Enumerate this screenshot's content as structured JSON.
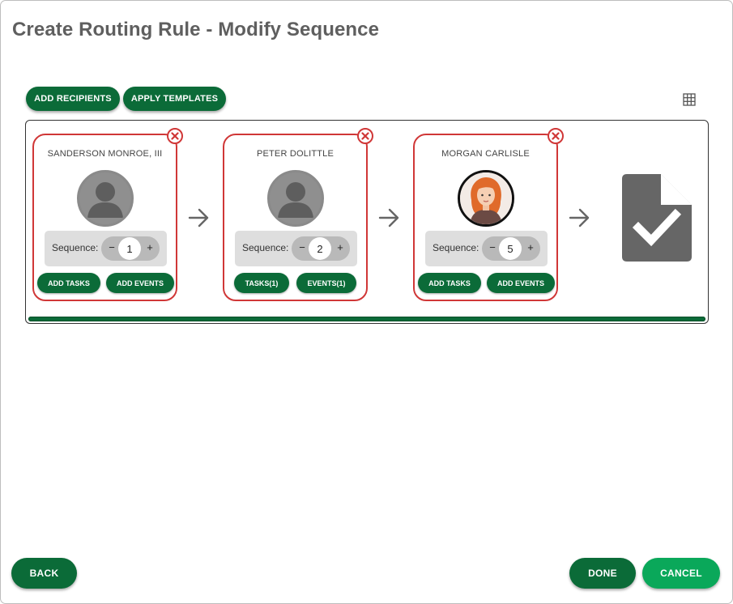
{
  "dialog": {
    "title": "Create Routing Rule - Modify Sequence"
  },
  "toolbar": {
    "add_recipients_label": "ADD RECIPIENTS",
    "apply_templates_label": "APPLY TEMPLATES",
    "grid_icon": "grid-view-icon"
  },
  "recipients": [
    {
      "name": "SANDERSON MONROE, III",
      "sequence_label": "Sequence:",
      "sequence": "1",
      "tasks_label": "ADD TASKS",
      "events_label": "ADD EVENTS",
      "avatar": "default-avatar"
    },
    {
      "name": "PETER DOLITTLE",
      "sequence_label": "Sequence:",
      "sequence": "2",
      "tasks_label": "TASKS(1)",
      "events_label": "EVENTS(1)",
      "avatar": "default-avatar"
    },
    {
      "name": "MORGAN CARLISLE",
      "sequence_label": "Sequence:",
      "sequence": "5",
      "tasks_label": "ADD TASKS",
      "events_label": "ADD EVENTS",
      "avatar": "photo-avatar"
    }
  ],
  "stepper": {
    "minus": "−",
    "plus": "+"
  },
  "completion_icon": "document-check-icon",
  "footer": {
    "back_label": "BACK",
    "done_label": "DONE",
    "cancel_label": "CANCEL"
  },
  "colors": {
    "primary_green": "#0b6b38",
    "light_green": "#0aa85a",
    "card_border_red": "#d03737"
  }
}
